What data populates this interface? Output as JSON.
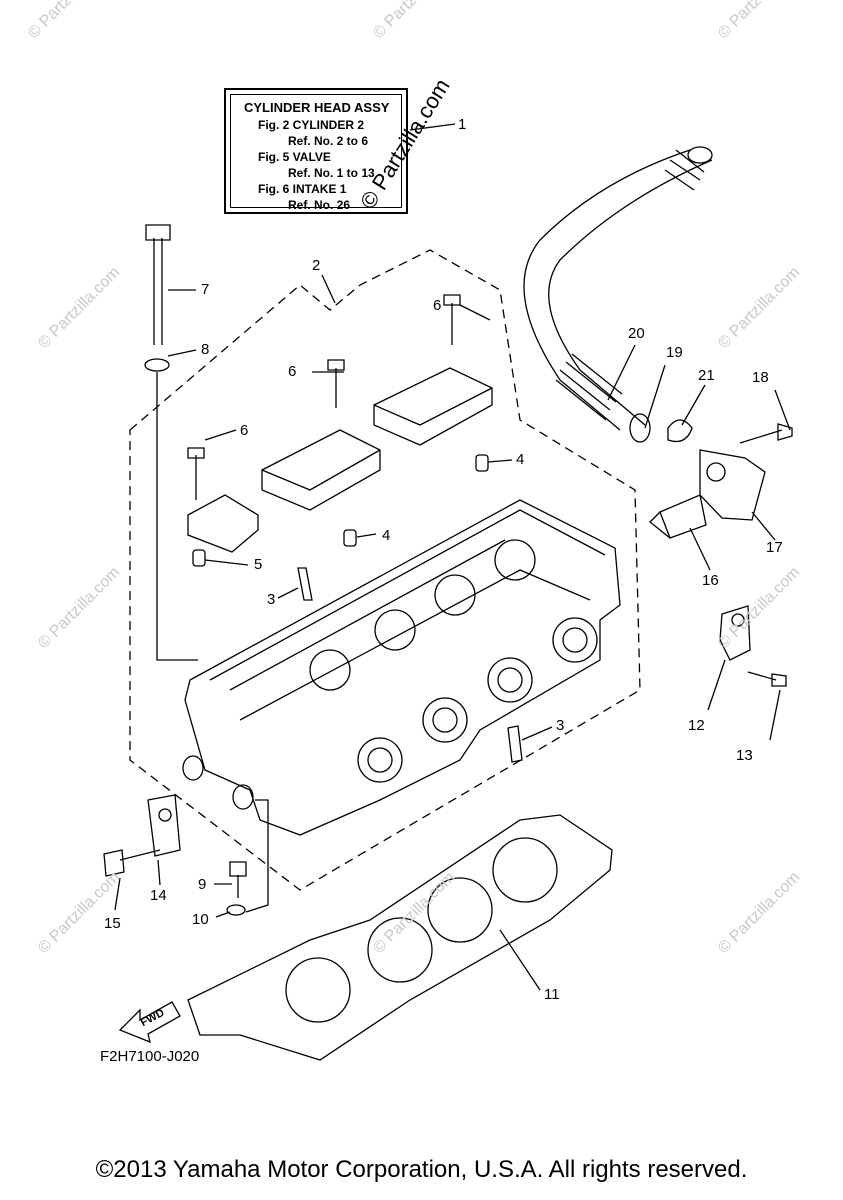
{
  "callout": {
    "line1": "CYLINDER HEAD ASSY",
    "line2": "Fig.  2 CYLINDER 2",
    "line3": "Ref. No. 2 to 6",
    "line4": "Fig.  5 VALVE",
    "line5": "Ref. No. 1 to 13",
    "line6": "Fig.  6 INTAKE 1",
    "line7": "Ref. No. 26"
  },
  "watermark_main": "© Partzilla.com",
  "watermark_faint": "© Partzilla.com",
  "part_labels": [
    "1",
    "2",
    "3",
    "3",
    "4",
    "4",
    "5",
    "6",
    "6",
    "6",
    "7",
    "8",
    "9",
    "10",
    "11",
    "12",
    "13",
    "14",
    "15",
    "16",
    "17",
    "18",
    "19",
    "20",
    "21"
  ],
  "fwd_label": "FWD",
  "diagram_code": "F2H7100-J020",
  "copyright": "©2013 Yamaha Motor Corporation, U.S.A. All rights reserved."
}
